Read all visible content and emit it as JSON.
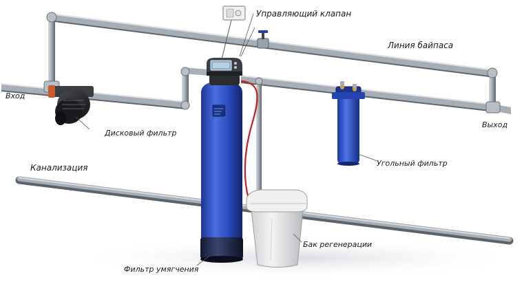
{
  "labels": {
    "control_valve": "Управляющий клапан",
    "bypass_line": "Линия байпаса",
    "inlet": "Вход",
    "outlet": "Выход",
    "disc_filter": "Дисковый фильтр",
    "carbon_filter": "Угольный фильтр",
    "sewer": "Канализация",
    "regen_tank": "Бак регенерации",
    "softener": "Фильтр умягчения"
  },
  "colors": {
    "pipe": "#aab0b8",
    "pipe_shadow": "#6f7680",
    "tank_blue": "#2d4fb8",
    "tank_dark": "#1f2a55",
    "brine_tank": "#e8e8e8",
    "leader_line": "#555555",
    "red_tube": "#c02020"
  }
}
